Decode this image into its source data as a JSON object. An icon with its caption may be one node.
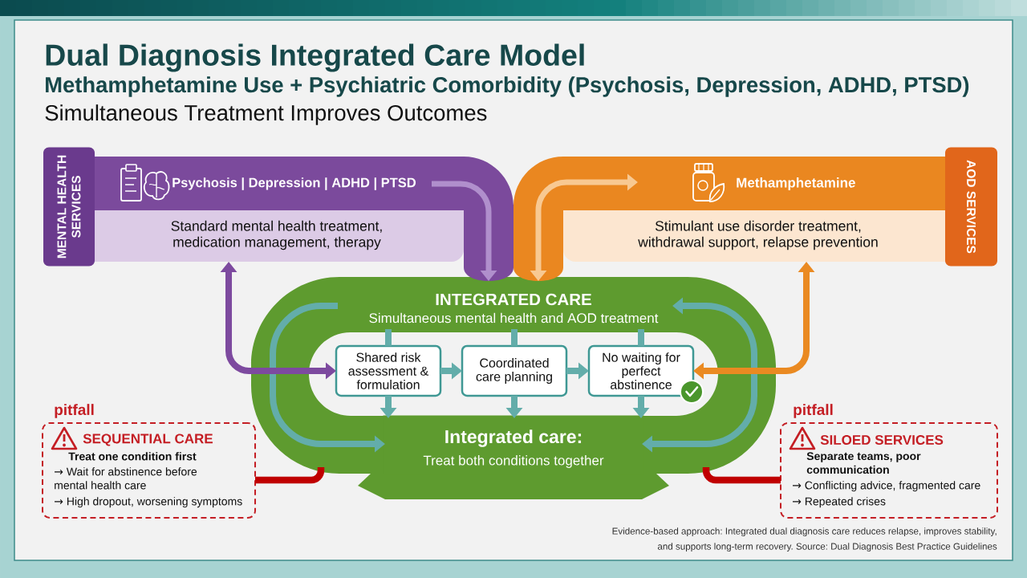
{
  "diagram": {
    "title": "Dual Diagnosis Integrated Care Model",
    "caption": "Evidence-based approach: Integrated dual diagnosis care reduces relapse, improves stability, and supports long-term recovery. Source: Dual Diagnosis Best Practice Guidelines",
    "nodes": [
      {
        "text": [
          "MENTAL HEALTH SERVICES"
        ]
      },
      {
        "text": [
          "Psychosis | Depression | ADHD | PTSD",
          "Standard mental health treatment, medication management, therapy"
        ]
      },
      {
        "text": [
          "Methamphetamine",
          "Stimulant use disorder treatment, withdrawal support, relapse prevention"
        ]
      },
      {
        "text": [
          "AOD SERVICES"
        ]
      },
      {
        "text": [
          "INTEGRATED CARE",
          "Simultaneous mental health and AOD treatment"
        ]
      },
      {
        "text": [
          "Shared risk assessment & formulation"
        ],
        "in": 4
      },
      {
        "text": [
          "Coordinated care planning"
        ],
        "in": 4
      },
      {
        "text": [
          "No waiting for perfect abstinence"
        ],
        "in": 4
      },
      {
        "text": [
          "Integrated care:",
          "Treat both conditions together"
        ],
        "in": 4
      },
      {
        "text": [
          "pitfall",
          "SEQUENTIAL CARE",
          "Treat one condition first",
          "→ Wait for abstinence before mental health care",
          "→ High dropout, worsening symptoms"
        ]
      },
      {
        "text": [
          "pitfall",
          "SILOED SERVICES",
          "Separate teams, poor communication",
          "→ Conflicting advice, fragmented care",
          "→ Repeated crises"
        ]
      }
    ],
    "edges": [
      {
        "from": null,
        "to": 5,
        "arrow": "none"
      },
      {
        "from": null,
        "to": 6,
        "arrow": "none"
      },
      {
        "from": null,
        "to": 7,
        "arrow": "none"
      },
      {
        "from": 5,
        "to": 6,
        "arrow": "to"
      },
      {
        "from": 6,
        "to": 7,
        "arrow": "to"
      },
      {
        "from": 5,
        "to": 8,
        "arrow": "to"
      },
      {
        "from": 6,
        "to": 8,
        "arrow": "to"
      },
      {
        "from": 7,
        "to": 8,
        "arrow": "to"
      },
      {
        "from": null,
        "to": 8,
        "arrow": "to"
      },
      {
        "from": 4,
        "to": 8,
        "arrow": "both"
      },
      {
        "from": 1,
        "to": 4,
        "arrow": "to",
        "color": "#b08fcc"
      },
      {
        "from": 2,
        "to": 4,
        "arrow": "both",
        "color": "#f8c992"
      },
      {
        "from": 1,
        "to": 5,
        "arrow": "both",
        "color": "#7d4a9f"
      },
      {
        "from": 2,
        "to": 7,
        "arrow": "both",
        "color": "#ea8a22"
      },
      {
        "from": 9,
        "to": 4,
        "arrow": "none",
        "color": "#c00000"
      },
      {
        "from": 10,
        "to": 4,
        "arrow": "none",
        "color": "#c00000"
      }
    ],
    "labels": [
      "Methamphetamine Use + Psychiatric Comorbidity (Psychosis, Depression, ADHD, PTSD)",
      "Simultaneous Treatment Improves Outcomes"
    ]
  }
}
